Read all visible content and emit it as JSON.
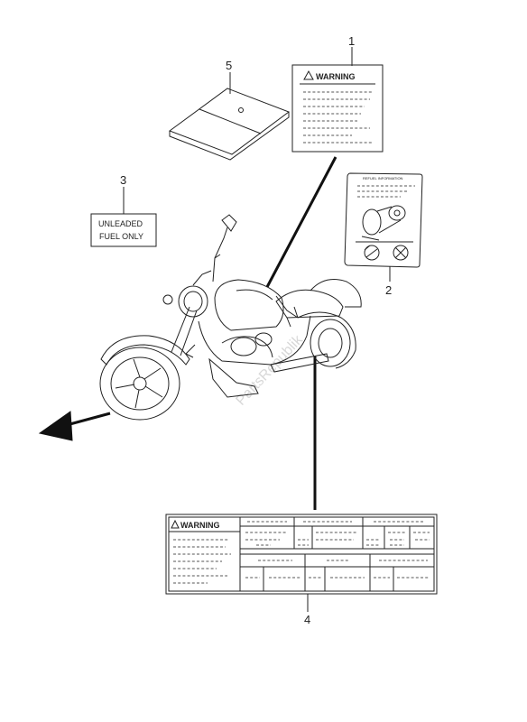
{
  "callouts": [
    "1",
    "2",
    "3",
    "4",
    "5"
  ],
  "labels": {
    "warning": "WARNING",
    "fuel_line1": "UNLEADED",
    "fuel_line2": "FUEL ONLY",
    "refuel_info": "REFUEL INFORMATION"
  },
  "watermark": "PartsRepublik"
}
